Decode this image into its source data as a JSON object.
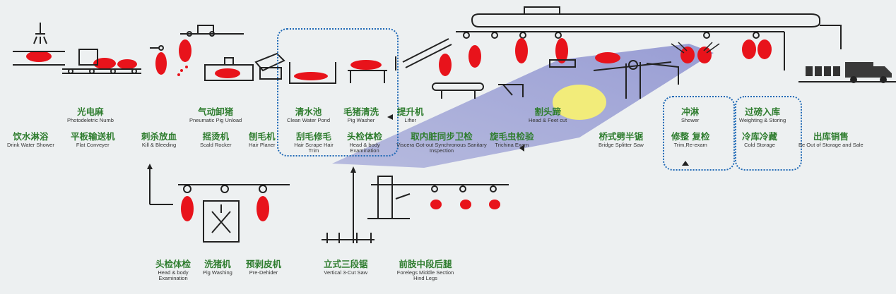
{
  "colors": {
    "background": "#edf0f1",
    "label_cn": "#2f7d2f",
    "label_en": "#333333",
    "carcass": "#e8131b",
    "equipment": "#2a2a2a",
    "highlight_band": "#8a8fcf",
    "yellow_spot": "#f2ec7a",
    "dotted_box": "#1f69b6"
  },
  "icons": [
    "shower-icon",
    "pig-carcass-icon",
    "conveyor-icon",
    "hook-rail-icon",
    "saw-icon",
    "truck-icon"
  ],
  "labels": {
    "photo_numb": {
      "cn": "光电麻",
      "en": "Photodeletric Numb"
    },
    "drink_shower": {
      "cn": "饮水淋浴",
      "en": "Drink Water Shower"
    },
    "flat_conveyer": {
      "cn": "平板输送机",
      "en": "Flat Conveyer"
    },
    "pneumatic_unload": {
      "cn": "气动卸猪",
      "en": "Pneumatic Pig Unload"
    },
    "kill_bleed": {
      "cn": "刺杀放血",
      "en": "Kill & Bleeding"
    },
    "scald_rocker": {
      "cn": "摇烫机",
      "en": "Scald Rocker"
    },
    "hair_planer": {
      "cn": "刨毛机",
      "en": "Hair Planer"
    },
    "clean_pond": {
      "cn": "清水池",
      "en": "Clean Water Pond"
    },
    "pig_washer": {
      "cn": "毛猪清洗",
      "en": "Pig Washer"
    },
    "hair_scrape": {
      "cn": "刮毛修毛",
      "en": "Hair Scrape Hair Trim"
    },
    "head_body_exam": {
      "cn": "头检体检",
      "en": "Head & body Examination"
    },
    "lifter": {
      "cn": "提升机",
      "en": "Lifter"
    },
    "viscera": {
      "cn": "取内脏同步卫检",
      "en": "Viscera Got-out Synchronous Sanitary Inspection"
    },
    "head_feet": {
      "cn": "割头蹄",
      "en": "Head & Feet cut"
    },
    "trichina": {
      "cn": "旋毛虫检验",
      "en": "Trichina Exam"
    },
    "bridge_saw": {
      "cn": "桥式劈半锯",
      "en": "Bridge Splitter Saw"
    },
    "shower": {
      "cn": "冲淋",
      "en": "Shower"
    },
    "trim_reexam": {
      "cn": "修整 复检",
      "en": "Trim,Re-exam"
    },
    "weighting": {
      "cn": "过磅入库",
      "en": "Weighting & Storing"
    },
    "cold_storage": {
      "cn": "冷库冷藏",
      "en": "Cold Storage"
    },
    "out_storage": {
      "cn": "出库销售",
      "en": "Be Out of Storage and Sale"
    },
    "head_body_exam2": {
      "cn": "头检体检",
      "en": "Head & body Examination"
    },
    "pig_washing": {
      "cn": "洗猪机",
      "en": "Pig Washing"
    },
    "pre_dehider": {
      "cn": "预剥皮机",
      "en": "Pre-Dehider"
    },
    "vertical_saw": {
      "cn": "立式三段锯",
      "en": "Vertical 3-Cut Saw"
    },
    "forelegs": {
      "cn": "前肢中段后腿",
      "en": "Forelegs Middle Section Hind Legs"
    }
  }
}
